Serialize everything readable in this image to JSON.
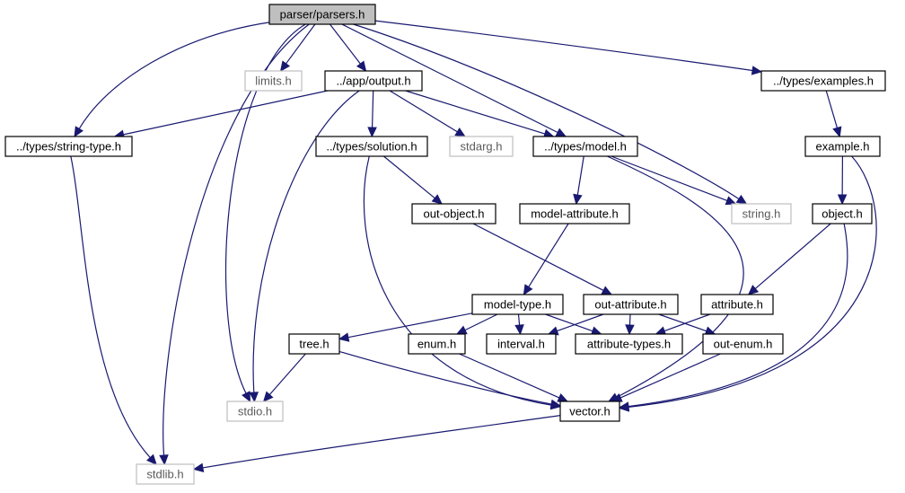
{
  "graph": {
    "nodes": [
      {
        "id": "root",
        "label": "parser/parsers.h",
        "kind": "root"
      },
      {
        "id": "limits",
        "label": "limits.h",
        "kind": "system"
      },
      {
        "id": "output",
        "label": "../app/output.h",
        "kind": "local"
      },
      {
        "id": "examples",
        "label": "../types/examples.h",
        "kind": "local"
      },
      {
        "id": "strtype",
        "label": "../types/string-type.h",
        "kind": "local"
      },
      {
        "id": "solution",
        "label": "../types/solution.h",
        "kind": "local"
      },
      {
        "id": "stdarg",
        "label": "stdarg.h",
        "kind": "system"
      },
      {
        "id": "model",
        "label": "../types/model.h",
        "kind": "local"
      },
      {
        "id": "example",
        "label": "example.h",
        "kind": "local"
      },
      {
        "id": "outobject",
        "label": "out-object.h",
        "kind": "local"
      },
      {
        "id": "modelattr",
        "label": "model-attribute.h",
        "kind": "local"
      },
      {
        "id": "string",
        "label": "string.h",
        "kind": "system"
      },
      {
        "id": "object",
        "label": "object.h",
        "kind": "local"
      },
      {
        "id": "modeltype",
        "label": "model-type.h",
        "kind": "local"
      },
      {
        "id": "outattr",
        "label": "out-attribute.h",
        "kind": "local"
      },
      {
        "id": "attribute",
        "label": "attribute.h",
        "kind": "local"
      },
      {
        "id": "tree",
        "label": "tree.h",
        "kind": "local"
      },
      {
        "id": "enum",
        "label": "enum.h",
        "kind": "local"
      },
      {
        "id": "interval",
        "label": "interval.h",
        "kind": "local"
      },
      {
        "id": "attrtypes",
        "label": "attribute-types.h",
        "kind": "local"
      },
      {
        "id": "outenum",
        "label": "out-enum.h",
        "kind": "local"
      },
      {
        "id": "stdio",
        "label": "stdio.h",
        "kind": "system"
      },
      {
        "id": "vector",
        "label": "vector.h",
        "kind": "local"
      },
      {
        "id": "stdlib",
        "label": "stdlib.h",
        "kind": "system"
      }
    ],
    "edges": [
      {
        "from": "root",
        "to": "limits"
      },
      {
        "from": "root",
        "to": "output"
      },
      {
        "from": "root",
        "to": "examples"
      },
      {
        "from": "root",
        "to": "strtype"
      },
      {
        "from": "root",
        "to": "model"
      },
      {
        "from": "root",
        "to": "string"
      },
      {
        "from": "root",
        "to": "stdio"
      },
      {
        "from": "root",
        "to": "stdlib"
      },
      {
        "from": "output",
        "to": "strtype"
      },
      {
        "from": "output",
        "to": "solution"
      },
      {
        "from": "output",
        "to": "stdarg"
      },
      {
        "from": "output",
        "to": "model"
      },
      {
        "from": "output",
        "to": "stdio"
      },
      {
        "from": "examples",
        "to": "example"
      },
      {
        "from": "strtype",
        "to": "stdlib"
      },
      {
        "from": "solution",
        "to": "outobject"
      },
      {
        "from": "solution",
        "to": "vector"
      },
      {
        "from": "model",
        "to": "modelattr"
      },
      {
        "from": "model",
        "to": "string"
      },
      {
        "from": "model",
        "to": "vector"
      },
      {
        "from": "example",
        "to": "object"
      },
      {
        "from": "example",
        "to": "vector"
      },
      {
        "from": "outobject",
        "to": "outattr"
      },
      {
        "from": "modelattr",
        "to": "modeltype"
      },
      {
        "from": "object",
        "to": "attribute"
      },
      {
        "from": "object",
        "to": "vector"
      },
      {
        "from": "modeltype",
        "to": "tree"
      },
      {
        "from": "modeltype",
        "to": "enum"
      },
      {
        "from": "modeltype",
        "to": "interval"
      },
      {
        "from": "modeltype",
        "to": "attrtypes"
      },
      {
        "from": "outattr",
        "to": "interval"
      },
      {
        "from": "outattr",
        "to": "attrtypes"
      },
      {
        "from": "outattr",
        "to": "outenum"
      },
      {
        "from": "attribute",
        "to": "attrtypes"
      },
      {
        "from": "tree",
        "to": "stdio"
      },
      {
        "from": "tree",
        "to": "vector"
      },
      {
        "from": "enum",
        "to": "vector"
      },
      {
        "from": "outenum",
        "to": "vector"
      },
      {
        "from": "vector",
        "to": "stdlib"
      }
    ]
  }
}
